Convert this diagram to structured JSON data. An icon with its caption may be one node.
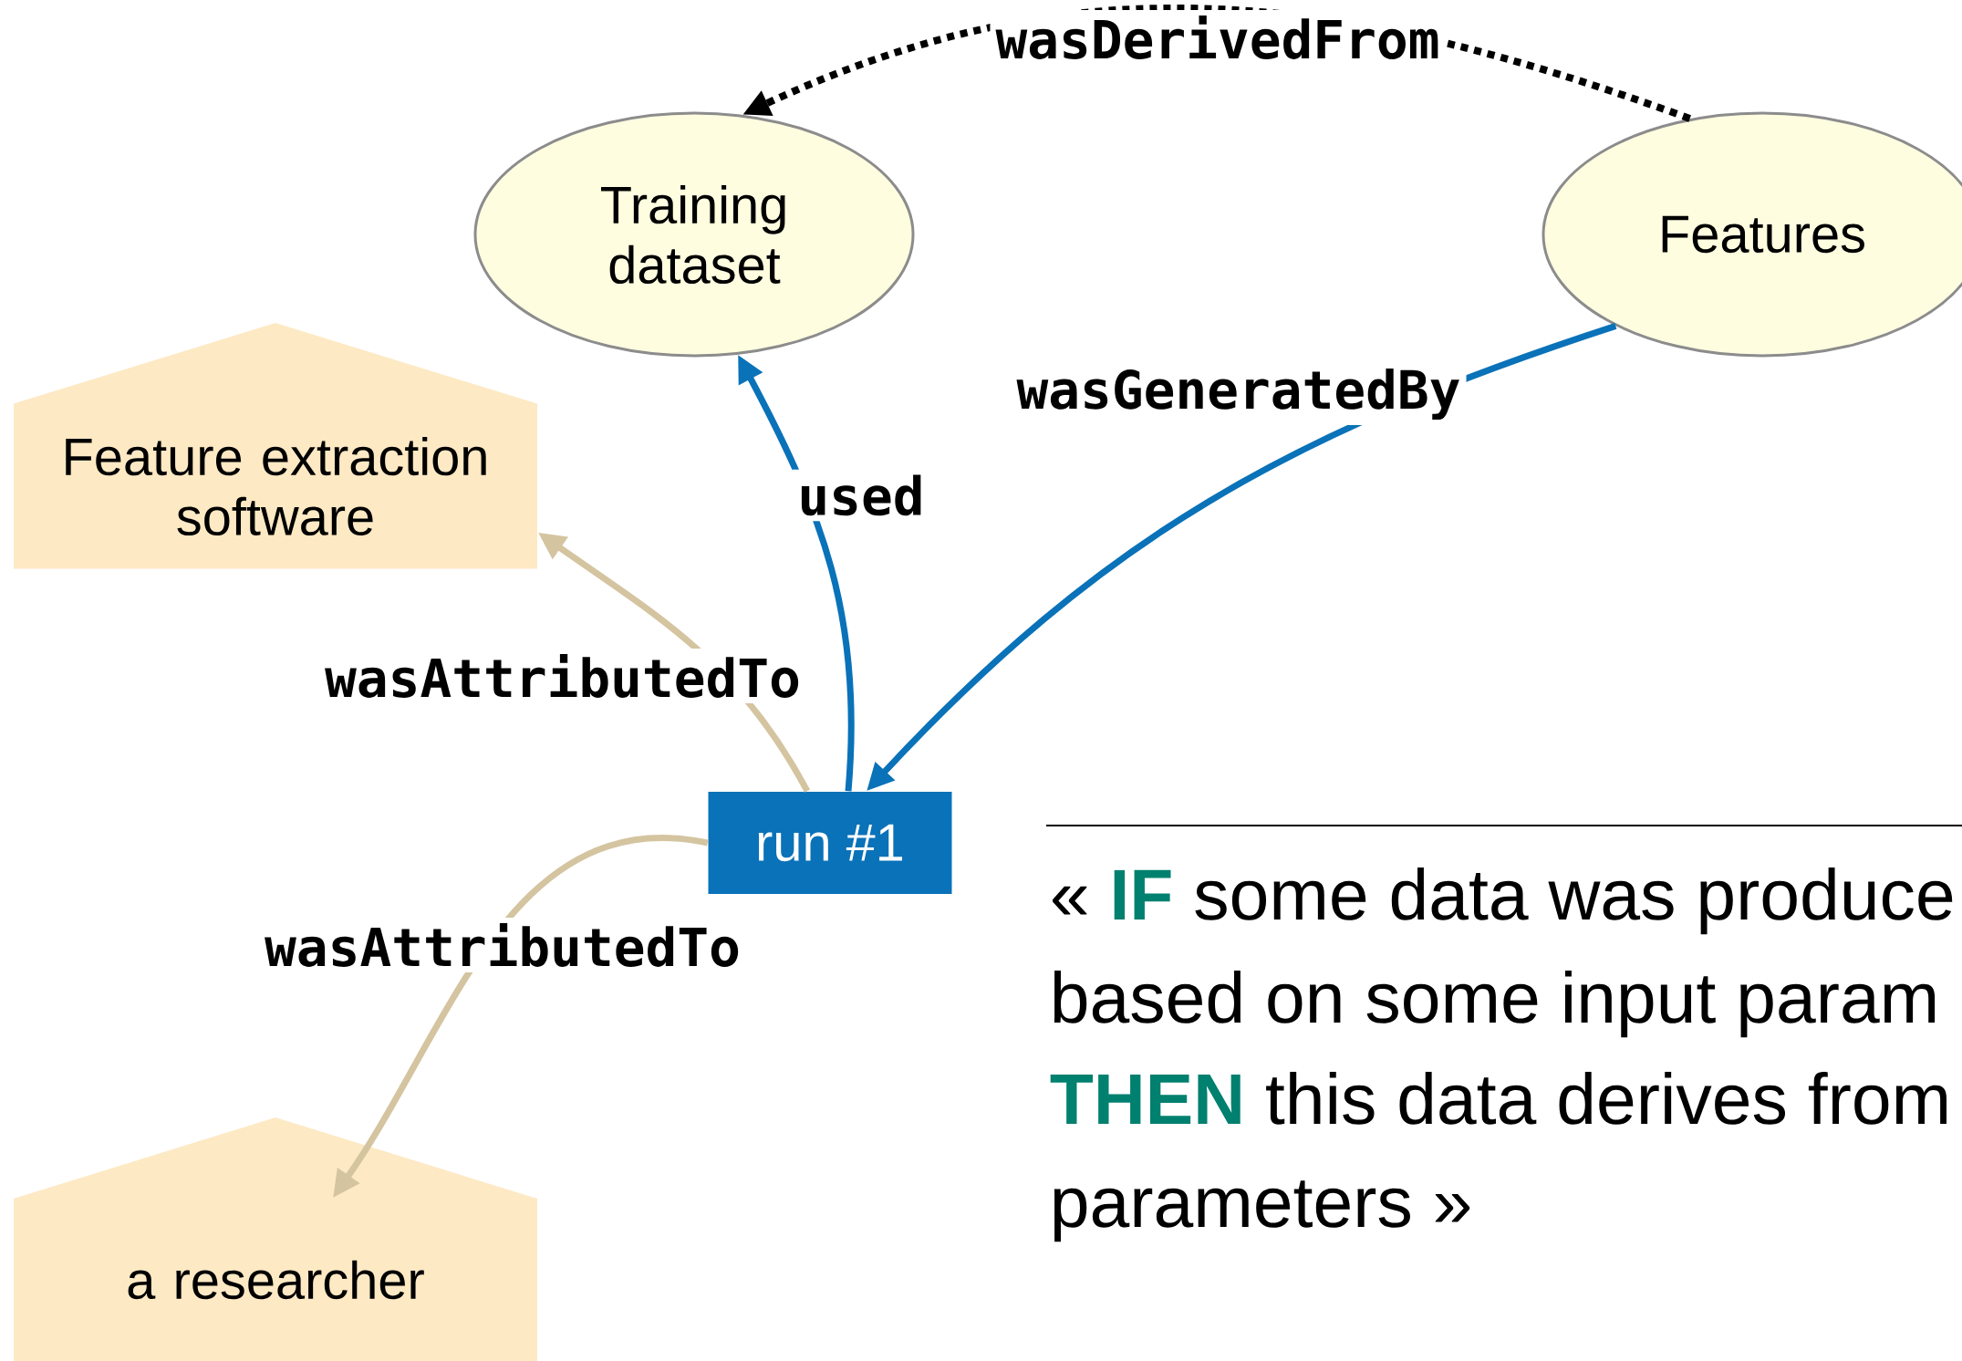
{
  "diagram": {
    "nodes": [
      {
        "text": [
          "Training dataset"
        ]
      },
      {
        "text": [
          "Features"
        ]
      },
      {
        "text": [
          "Feature extraction software"
        ]
      },
      {
        "text": [
          "run #1"
        ]
      },
      {
        "text": [
          "a researcher"
        ]
      }
    ],
    "edges": [
      {
        "from": 1,
        "to": 0,
        "arrow": "to",
        "label": "wasDerivedFrom",
        "style": "dashed",
        "color": "#000000"
      },
      {
        "from": 3,
        "to": 0,
        "arrow": "to",
        "label": "used",
        "color": "#0a72b8"
      },
      {
        "from": 1,
        "to": 3,
        "arrow": "to",
        "label": "wasGeneratedBy",
        "color": "#0a72b8"
      },
      {
        "from": 3,
        "to": 2,
        "arrow": "to",
        "label": "wasAttributedTo",
        "color": "#d4c4a0"
      },
      {
        "from": 3,
        "to": 4,
        "arrow": "to",
        "label": "wasAttributedTo",
        "color": "#d4c4a0"
      }
    ],
    "labels": [
      "« **IF** some data was produce",
      "based on some input param",
      "**THEN** this data derives from",
      "parameters »"
    ]
  }
}
